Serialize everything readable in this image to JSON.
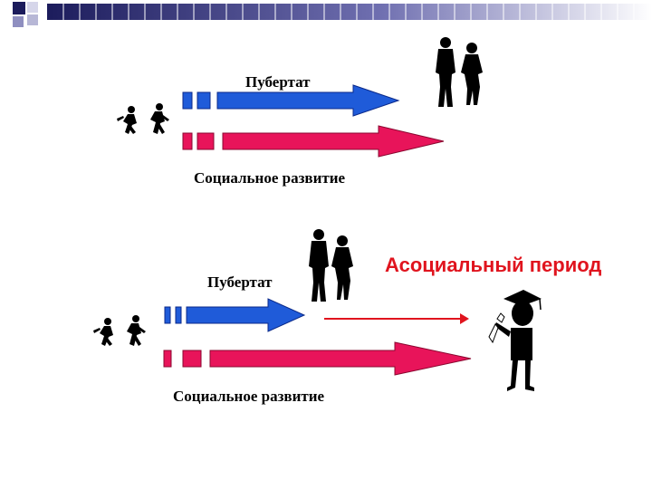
{
  "diagram": {
    "top": {
      "puberty_label": "Пубертат",
      "social_label": "Социальное развитие"
    },
    "bottom": {
      "puberty_label": "Пубертат",
      "social_label": "Социальное развитие",
      "asocial_label": "Асоциальный период"
    }
  },
  "colors": {
    "blue_arrow": "#1f5bd9",
    "pink_arrow": "#e8145a",
    "asocial_text": "#e0141e",
    "header_dark": "#1c1c5c"
  },
  "icons": [
    "running-children-icon",
    "couple-icon",
    "graduate-icon"
  ]
}
